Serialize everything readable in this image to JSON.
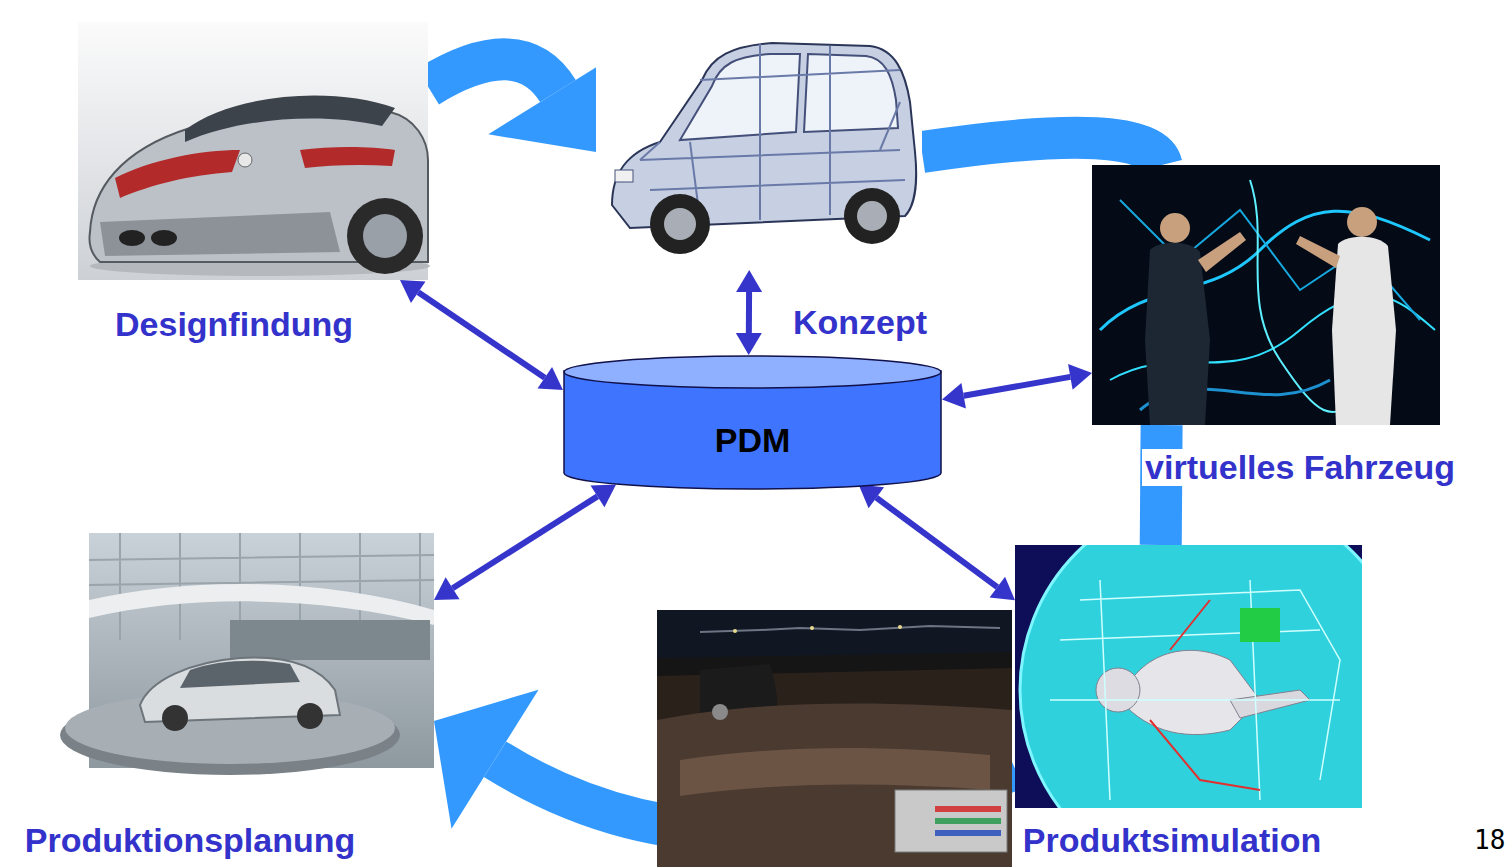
{
  "diagram": {
    "nodes": [
      {
        "text": [
          "Designfindung"
        ]
      },
      {
        "text": [
          "Konzept"
        ]
      },
      {
        "text": [
          "PDM"
        ]
      },
      {
        "text": [
          "virtuelles Fahrzeug"
        ]
      },
      {
        "text": [
          "Produktionsplanung"
        ]
      },
      {
        "text": [
          "Produktsimulation"
        ]
      }
    ],
    "edges": [
      {
        "from": 0,
        "to": 2,
        "arrow": "both"
      },
      {
        "from": 1,
        "to": 2,
        "arrow": "both"
      },
      {
        "from": 2,
        "to": 3,
        "arrow": "both"
      },
      {
        "from": 2,
        "to": 4,
        "arrow": "both"
      },
      {
        "from": 2,
        "to": 5,
        "arrow": "both"
      },
      {
        "from": 0,
        "to": 1,
        "arrow": "to"
      },
      {
        "from": 1,
        "to": 3,
        "arrow": "none"
      },
      {
        "from": 3,
        "to": 5,
        "arrow": "none"
      },
      {
        "from": 5,
        "to": 4,
        "arrow": "to"
      }
    ],
    "labels": [
      "18"
    ]
  }
}
